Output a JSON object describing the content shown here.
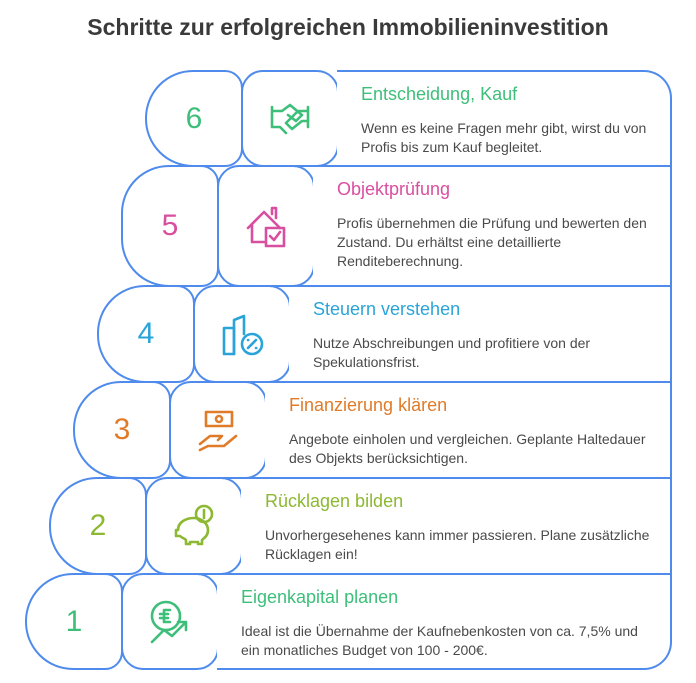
{
  "title": "Schritte zur erfolgreichen Immobilieninvestition",
  "border_color": "#4f8bec",
  "steps": [
    {
      "number": "6",
      "title": "Entscheidung, Kauf",
      "text": "Wenn es keine Fragen mehr gibt, wirst du von Profis bis zum Kauf begleitet.",
      "icon": "handshake-icon",
      "color": "#3dbf7a"
    },
    {
      "number": "5",
      "title": "Objektprüfung",
      "text": "Profis übernehmen die Prüfung und bewerten den Zustand. Du erhältst eine detaillierte Renditeberechnung.",
      "icon": "house-check-icon",
      "color": "#d94fa0"
    },
    {
      "number": "4",
      "title": "Steuern verstehen",
      "text": "Nutze Abschreibungen und profitiere von der Spekulationsfrist.",
      "icon": "buildings-percent-icon",
      "color": "#2aa4d8"
    },
    {
      "number": "3",
      "title": "Finanzierung klären",
      "text": "Angebote einholen und vergleichen. Geplante Haltedauer des Objekts berücksichtigen.",
      "icon": "money-hand-icon",
      "color": "#e07b2a"
    },
    {
      "number": "2",
      "title": "Rücklagen bilden",
      "text": "Unvorhergesehenes kann immer passieren. Plane zusätzliche Rücklagen ein!",
      "icon": "piggy-bank-icon",
      "color": "#8db832"
    },
    {
      "number": "1",
      "title": "Eigenkapital planen",
      "text": "Ideal ist die Übernahme der Kaufnebenkosten von ca. 7,5% und ein monatliches Budget von 100 - 200€.",
      "icon": "euro-growth-icon",
      "color": "#3dbf7a"
    }
  ]
}
